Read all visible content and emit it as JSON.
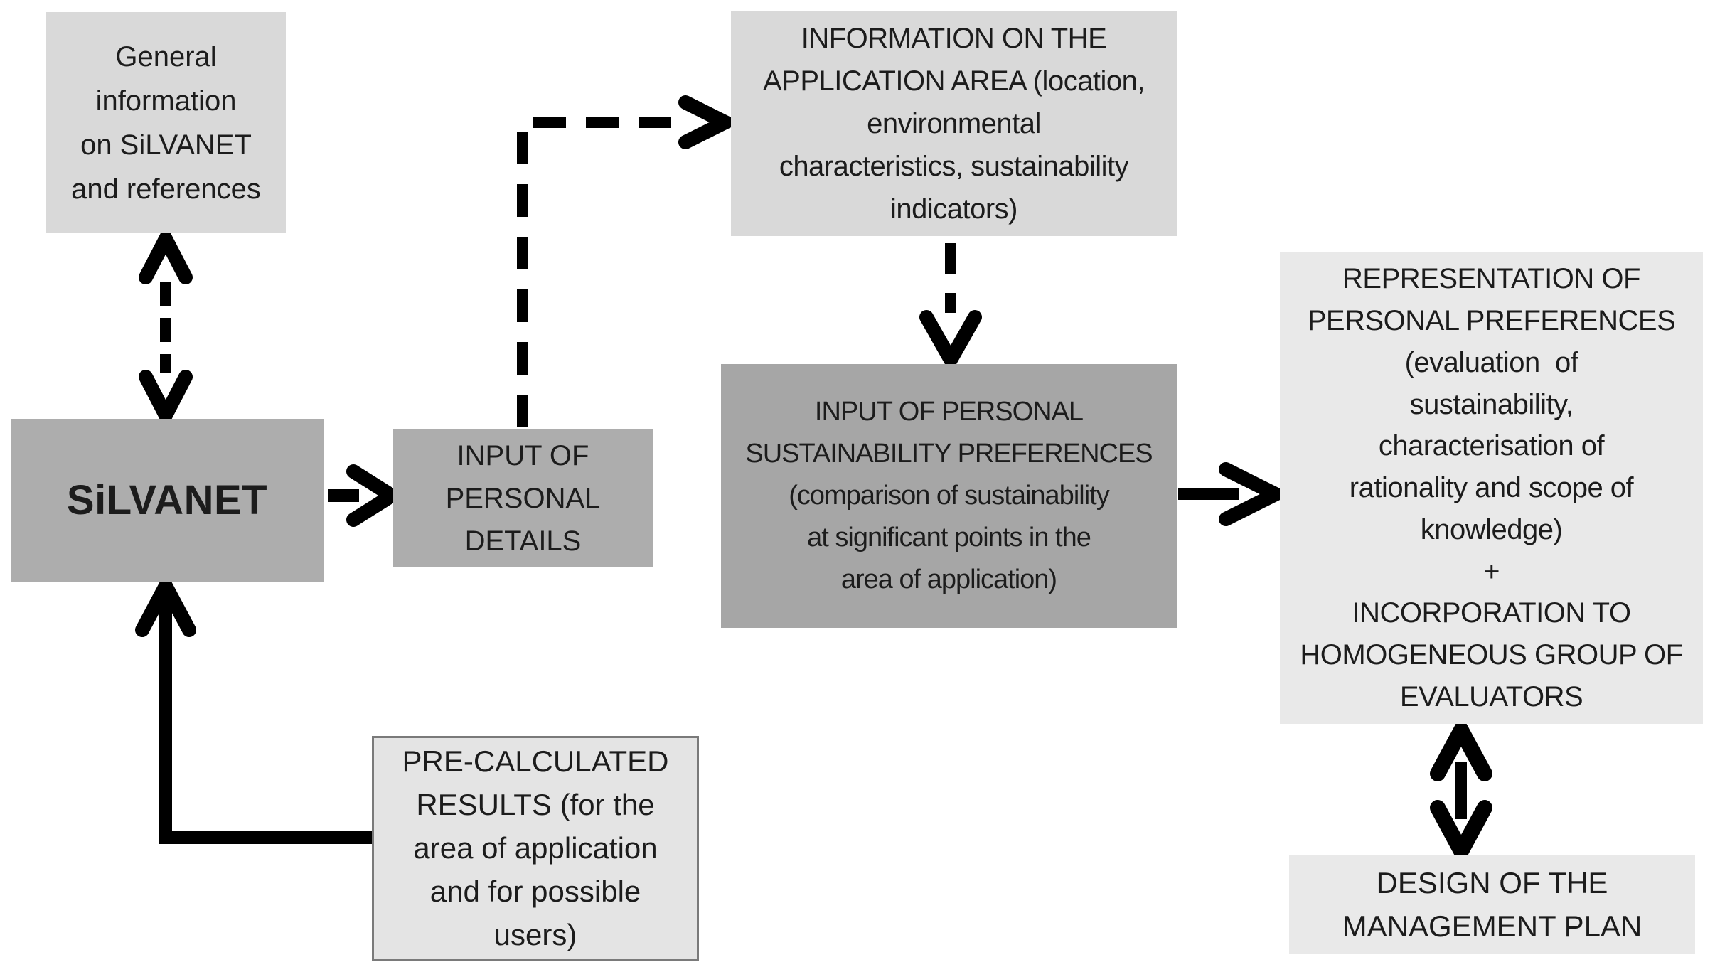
{
  "diagram": {
    "background_color": "#ffffff",
    "text_color": "#1c1c1c",
    "arrow_color": "#000000",
    "boxes": {
      "general_info": {
        "label": "General\ninformation\non SiLVANET\nand references",
        "fill": "#d9d9d9"
      },
      "information_area": {
        "label": "INFORMATION ON THE\nAPPLICATION AREA (location,\nenvironmental\ncharacteristics, sustainability\nindicators)",
        "fill": "#d9d9d9"
      },
      "silvanet": {
        "label": "SiLVANET",
        "fill": "#adadad"
      },
      "input_details": {
        "label": "INPUT OF\nPERSONAL\nDETAILS",
        "fill": "#adadad"
      },
      "sustainability_preferences": {
        "label": "INPUT OF PERSONAL\nSUSTAINABILITY PREFERENCES\n(comparison of sustainability\nat significant points in the\narea of application)",
        "fill": "#a6a6a6"
      },
      "representation": {
        "label": "REPRESENTATION OF\nPERSONAL PREFERENCES\n(evaluation  of\nsustainability,\ncharacterisation of\nrationality and scope of\nknowledge)\n+\nINCORPORATION TO\nHOMOGENEOUS GROUP OF\nEVALUATORS",
        "fill": "#e9e9e9"
      },
      "precalculated_results": {
        "label": "PRE-CALCULATED\nRESULTS (for the\narea of application\nand for possible\nusers)",
        "fill": "#e4e4e4",
        "border": "#7a7a7a"
      },
      "design_plan": {
        "label": "DESIGN OF THE\nMANAGEMENT PLAN",
        "fill": "#e9e9e9"
      }
    },
    "arrows": {
      "general_info_silvanet": {
        "style": "dashed",
        "heads": "double",
        "between": [
          "general_info",
          "silvanet"
        ]
      },
      "silvanet_to_input_details": {
        "style": "solid",
        "heads": "single",
        "between": [
          "silvanet",
          "input_details"
        ]
      },
      "input_details_to_information_area": {
        "style": "dashed",
        "heads": "single",
        "between": [
          "input_details",
          "information_area"
        ]
      },
      "information_area_to_sustainability_preferences": {
        "style": "dashed",
        "heads": "single",
        "between": [
          "information_area",
          "sustainability_preferences"
        ]
      },
      "sustainability_preferences_to_representation": {
        "style": "solid",
        "heads": "single",
        "between": [
          "sustainability_preferences",
          "representation"
        ]
      },
      "precalculated_results_to_silvanet": {
        "style": "solid",
        "heads": "single",
        "between": [
          "precalculated_results",
          "silvanet"
        ]
      },
      "representation_design_plan": {
        "style": "solid",
        "heads": "double",
        "between": [
          "representation",
          "design_plan"
        ]
      }
    }
  }
}
